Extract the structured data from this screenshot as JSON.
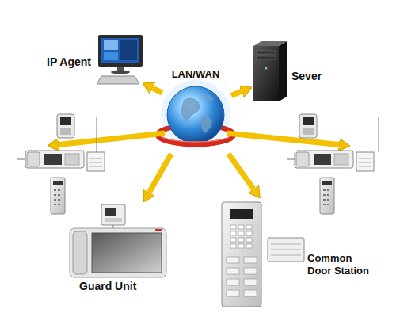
{
  "diagram": {
    "nodes": [
      {
        "text": [
          "IP Agent"
        ]
      },
      {
        "text": [
          "LAN/WAN"
        ]
      },
      {
        "text": [
          "Sever"
        ]
      },
      {
        "text": [
          "Guard Unit"
        ]
      },
      {
        "text": [
          "Common Door Station"
        ]
      }
    ],
    "edges": [
      {
        "from": 1,
        "to": 0,
        "arrow": "to"
      },
      {
        "from": 1,
        "to": 2,
        "arrow": "to"
      },
      {
        "from": 1,
        "to": 3,
        "arrow": "to"
      },
      {
        "from": 1,
        "to": 4,
        "arrow": "to"
      }
    ]
  }
}
